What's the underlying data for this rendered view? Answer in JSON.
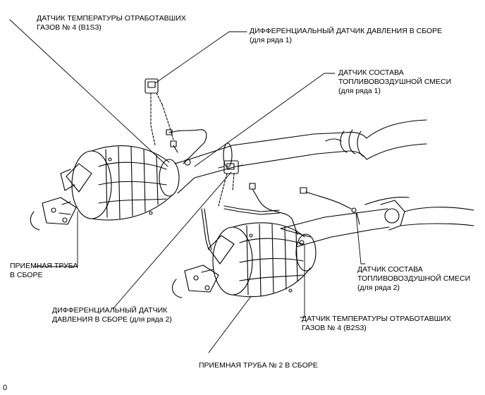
{
  "labels": {
    "egt_b1s3": {
      "line1": "ДАТЧИК ТЕМПЕРАТУРЫ ОТРАБОТАВШИХ",
      "line2": "ГАЗОВ № 4 (B1S3)"
    },
    "diff_pressure_b1": {
      "line1": "ДИФФЕРЕНЦИАЛЬНЫЙ ДАТЧИК ДАВЛЕНИЯ В СБОРЕ",
      "line2": "(для ряда 1)"
    },
    "afr_b1": {
      "line1": "ДАТЧИК СОСТАВА",
      "line2": "ТОПЛИВОВОЗДУШНОЙ СМЕСИ",
      "line3": "(для ряда 1)"
    },
    "exhaust_pipe_1": {
      "line1": "ПРИЕМНАЯ ТРУБА",
      "line2": "В СБОРЕ"
    },
    "afr_b2": {
      "line1": "ДАТЧИК СОСТАВА",
      "line2": "ТОПЛИВОВОЗДУШНОЙ СМЕСИ",
      "line3": "(для ряда 2)"
    },
    "diff_pressure_b2": {
      "line1": "ДИФФЕРЕНЦИАЛЬНЫЙ ДАТЧИК",
      "line2": "ДАВЛЕНИЯ В СБОРЕ (для ряда 2)"
    },
    "egt_b2s3": {
      "line1": "ДАТЧИК ТЕМПЕРАТУРЫ ОТРАБОТАВШИХ",
      "line2": "ГАЗОВ № 4 (B2S3)"
    },
    "exhaust_pipe_2": {
      "line1": "ПРИЕМНАЯ ТРУБА № 2 В СБОРЕ"
    }
  },
  "corner_mark": "0"
}
